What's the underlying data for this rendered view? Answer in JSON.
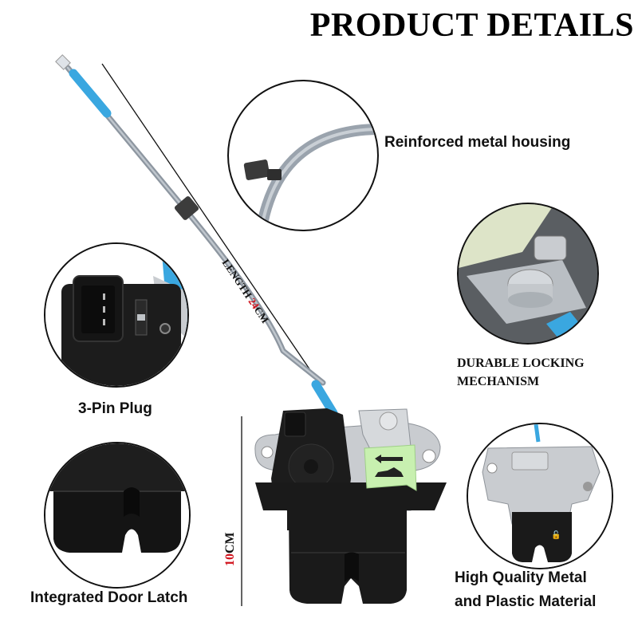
{
  "header": {
    "title": "PRODUCT DETAILS"
  },
  "dimensions": {
    "length": {
      "prefix": "LENGTH ",
      "value": "24",
      "unit": "CM"
    },
    "height": {
      "value": "10",
      "unit": "CM"
    }
  },
  "features": [
    {
      "id": "housing",
      "label": "Reinforced metal housing",
      "icon": "cable-clip-closeup"
    },
    {
      "id": "locking",
      "label_line1": "DURABLE LOCKING",
      "label_line2": "MECHANISM",
      "icon": "locking-mechanism-closeup"
    },
    {
      "id": "plug",
      "label": "3-Pin Plug",
      "icon": "three-pin-connector-closeup"
    },
    {
      "id": "latch",
      "label": "Integrated Door Latch",
      "icon": "door-latch-closeup"
    },
    {
      "id": "material",
      "label_line1": "High Quality Metal",
      "label_line2": "and Plastic Material",
      "icon": "metal-plate-closeup"
    }
  ],
  "product": {
    "tag_symbols": [
      "arrow-left-icon",
      "car-trunk-icon"
    ],
    "colors": {
      "cable": "#9aa3ad",
      "cable_end": "#3aa7e0",
      "body": "#1a1a1a",
      "metal": "#c9ccd0",
      "tag": "#c8f0b0",
      "accent_red": "#d0101a"
    }
  }
}
